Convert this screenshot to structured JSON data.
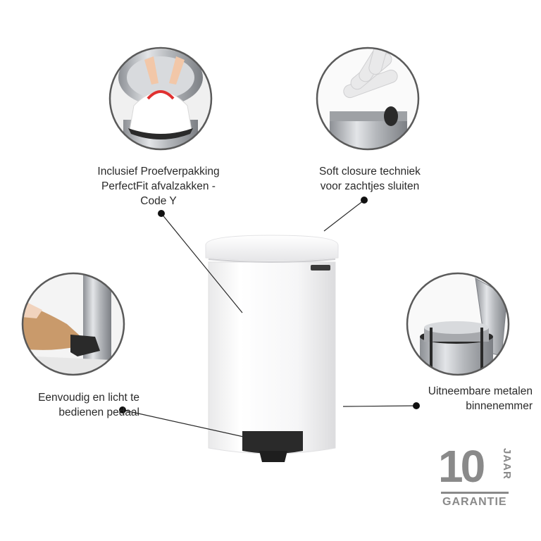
{
  "features": {
    "bags": {
      "line1": "Inclusief Proefverpakking",
      "line2": "PerfectFit afvalzakken -",
      "line3": "Code Y"
    },
    "soft_close": {
      "line1": "Soft closure techniek",
      "line2": "voor zachtjes sluiten"
    },
    "pedal": {
      "line1": "Eenvoudig en licht te",
      "line2": "bedienen pedaal"
    },
    "bucket": {
      "line1": "Uitneembare metalen",
      "line2": "binnenemmer"
    }
  },
  "warranty": {
    "years": "10",
    "unit": "JAAR",
    "label": "GARANTIE"
  },
  "colors": {
    "bin_body": "#fbfbfb",
    "pedal": "#2a2a2a",
    "steel": "#c7c9cc",
    "warranty_gray": "#8a8a8a",
    "caption": "#2a2a2a"
  }
}
